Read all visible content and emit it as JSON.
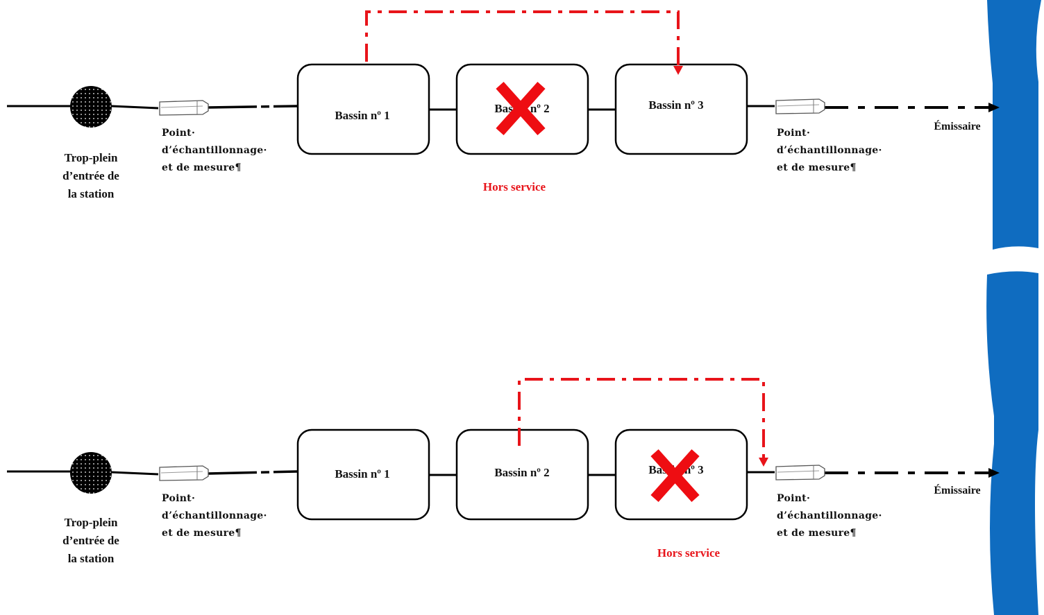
{
  "diagrams": [
    {
      "inlet_label": [
        "Trop-plein",
        "d’entrée de",
        "la station"
      ],
      "sample_in": [
        "Point·",
        "d’échantillonnage·",
        "et de mesure¶"
      ],
      "basins": [
        "Bassin nº 1",
        "Bassin nº 2",
        "Bassin nº 3"
      ],
      "out_of_service": "Hors service",
      "sample_out": [
        "Point·",
        "d’échantillonnage·",
        "et de mesure¶"
      ],
      "outfall": "Émissaire"
    },
    {
      "inlet_label": [
        "Trop-plein",
        "d’entrée de",
        "la station"
      ],
      "sample_in": [
        "Point·",
        "d’échantillonnage·",
        "et de mesure¶"
      ],
      "basins": [
        "Bassin nº 1",
        "Bassin nº 2",
        "Bassin nº 3"
      ],
      "out_of_service": "Hors service",
      "sample_out": [
        "Point·",
        "d’échantillonnage·",
        "et de mesure¶"
      ],
      "outfall": "Émissaire"
    }
  ],
  "colors": {
    "bypass": "#e8141a",
    "cross": "#ee0d12",
    "river": "#0f6cc0",
    "line": "#000000"
  }
}
